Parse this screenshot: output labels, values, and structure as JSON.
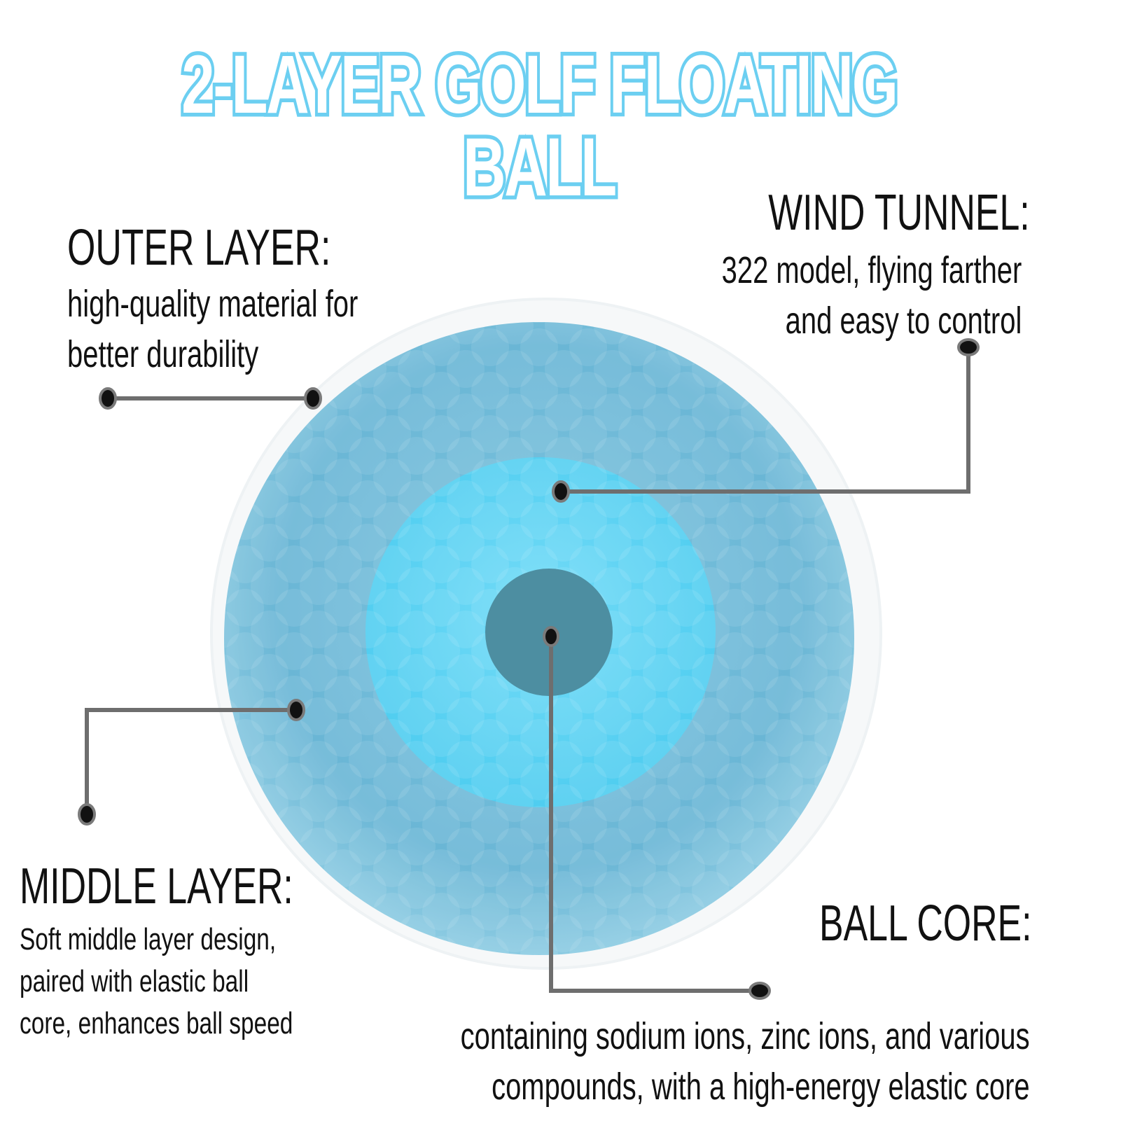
{
  "title": "2-LAYER GOLF FLOATING BALL",
  "outer_layer": {
    "heading": "OUTER LAYER:",
    "line1": "high-quality material for",
    "line2": "better durability"
  },
  "wind_tunnel": {
    "heading": "WIND TUNNEL:",
    "line1": "322 model, flying farther",
    "line2": "and easy to control"
  },
  "middle_layer": {
    "heading": "MIDDLE LAYER:",
    "line1": "Soft middle layer design,",
    "line2": "paired with elastic ball",
    "line3": "core, enhances ball speed"
  },
  "ball_core": {
    "heading": "BALL CORE:",
    "line1": "containing sodium ions, zinc ions, and various",
    "line2": "compounds, with a high-energy elastic core"
  },
  "colors": {
    "title_stroke": "#6ccff1",
    "outer_shell": "#6cb9d8",
    "middle_layer": "#62d2f2",
    "core": "#4d8ea1",
    "leader_line": "#6e6e6e"
  }
}
